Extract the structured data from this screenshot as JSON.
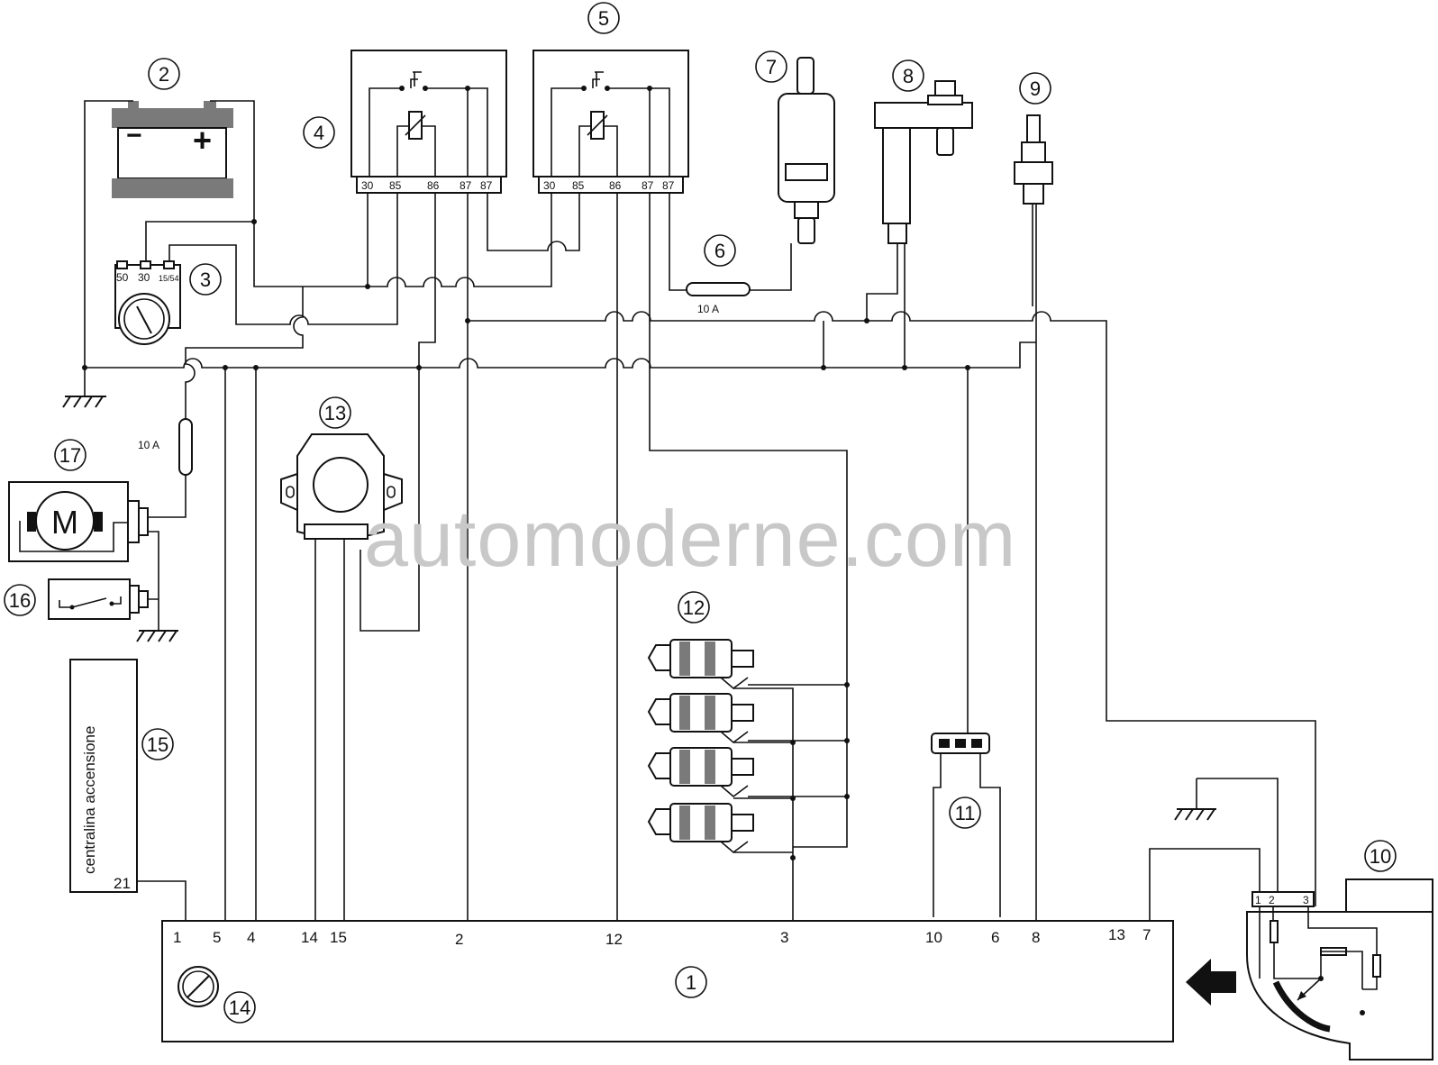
{
  "watermark": "automoderne.com",
  "ecu": {
    "callout": "1",
    "pins": [
      "1",
      "5",
      "4",
      "14",
      "15",
      "2",
      "12",
      "3",
      "10",
      "6",
      "8",
      "13",
      "7"
    ]
  },
  "components": {
    "battery": {
      "callout": "2",
      "minus": "−",
      "plus": "+"
    },
    "ignition_switch": {
      "callout": "3",
      "terminals": [
        "50",
        "30",
        "15/54"
      ]
    },
    "relay_1": {
      "callout": "4",
      "pins": [
        "30",
        "85",
        "86",
        "87",
        "87"
      ]
    },
    "relay_2": {
      "callout": "5",
      "pins": [
        "30",
        "85",
        "86",
        "87",
        "87"
      ]
    },
    "fuse": {
      "callout": "6",
      "rating": "10 A"
    },
    "fuel_pump_injector": {
      "callout": "7"
    },
    "idle_actuator": {
      "callout": "8"
    },
    "lambda_sensor": {
      "callout": "9"
    },
    "air_flow_meter": {
      "callout": "10",
      "pins": [
        "1",
        "2",
        "3"
      ]
    },
    "coil_connector": {
      "callout": "11"
    },
    "injectors": {
      "callout": "12"
    },
    "throttle_sensor": {
      "callout": "13"
    },
    "adjust_screw": {
      "callout": "14"
    },
    "ignition_ecu": {
      "callout": "15",
      "label": "centralina accensione",
      "pin": "21"
    },
    "switch": {
      "callout": "16"
    },
    "motor": {
      "callout": "17",
      "symbol": "M",
      "fuse_rating": "10 A"
    }
  },
  "colors": {
    "wire": "#111111",
    "component_grey": "#7a7a7a",
    "watermark": "#c8c8c8"
  }
}
